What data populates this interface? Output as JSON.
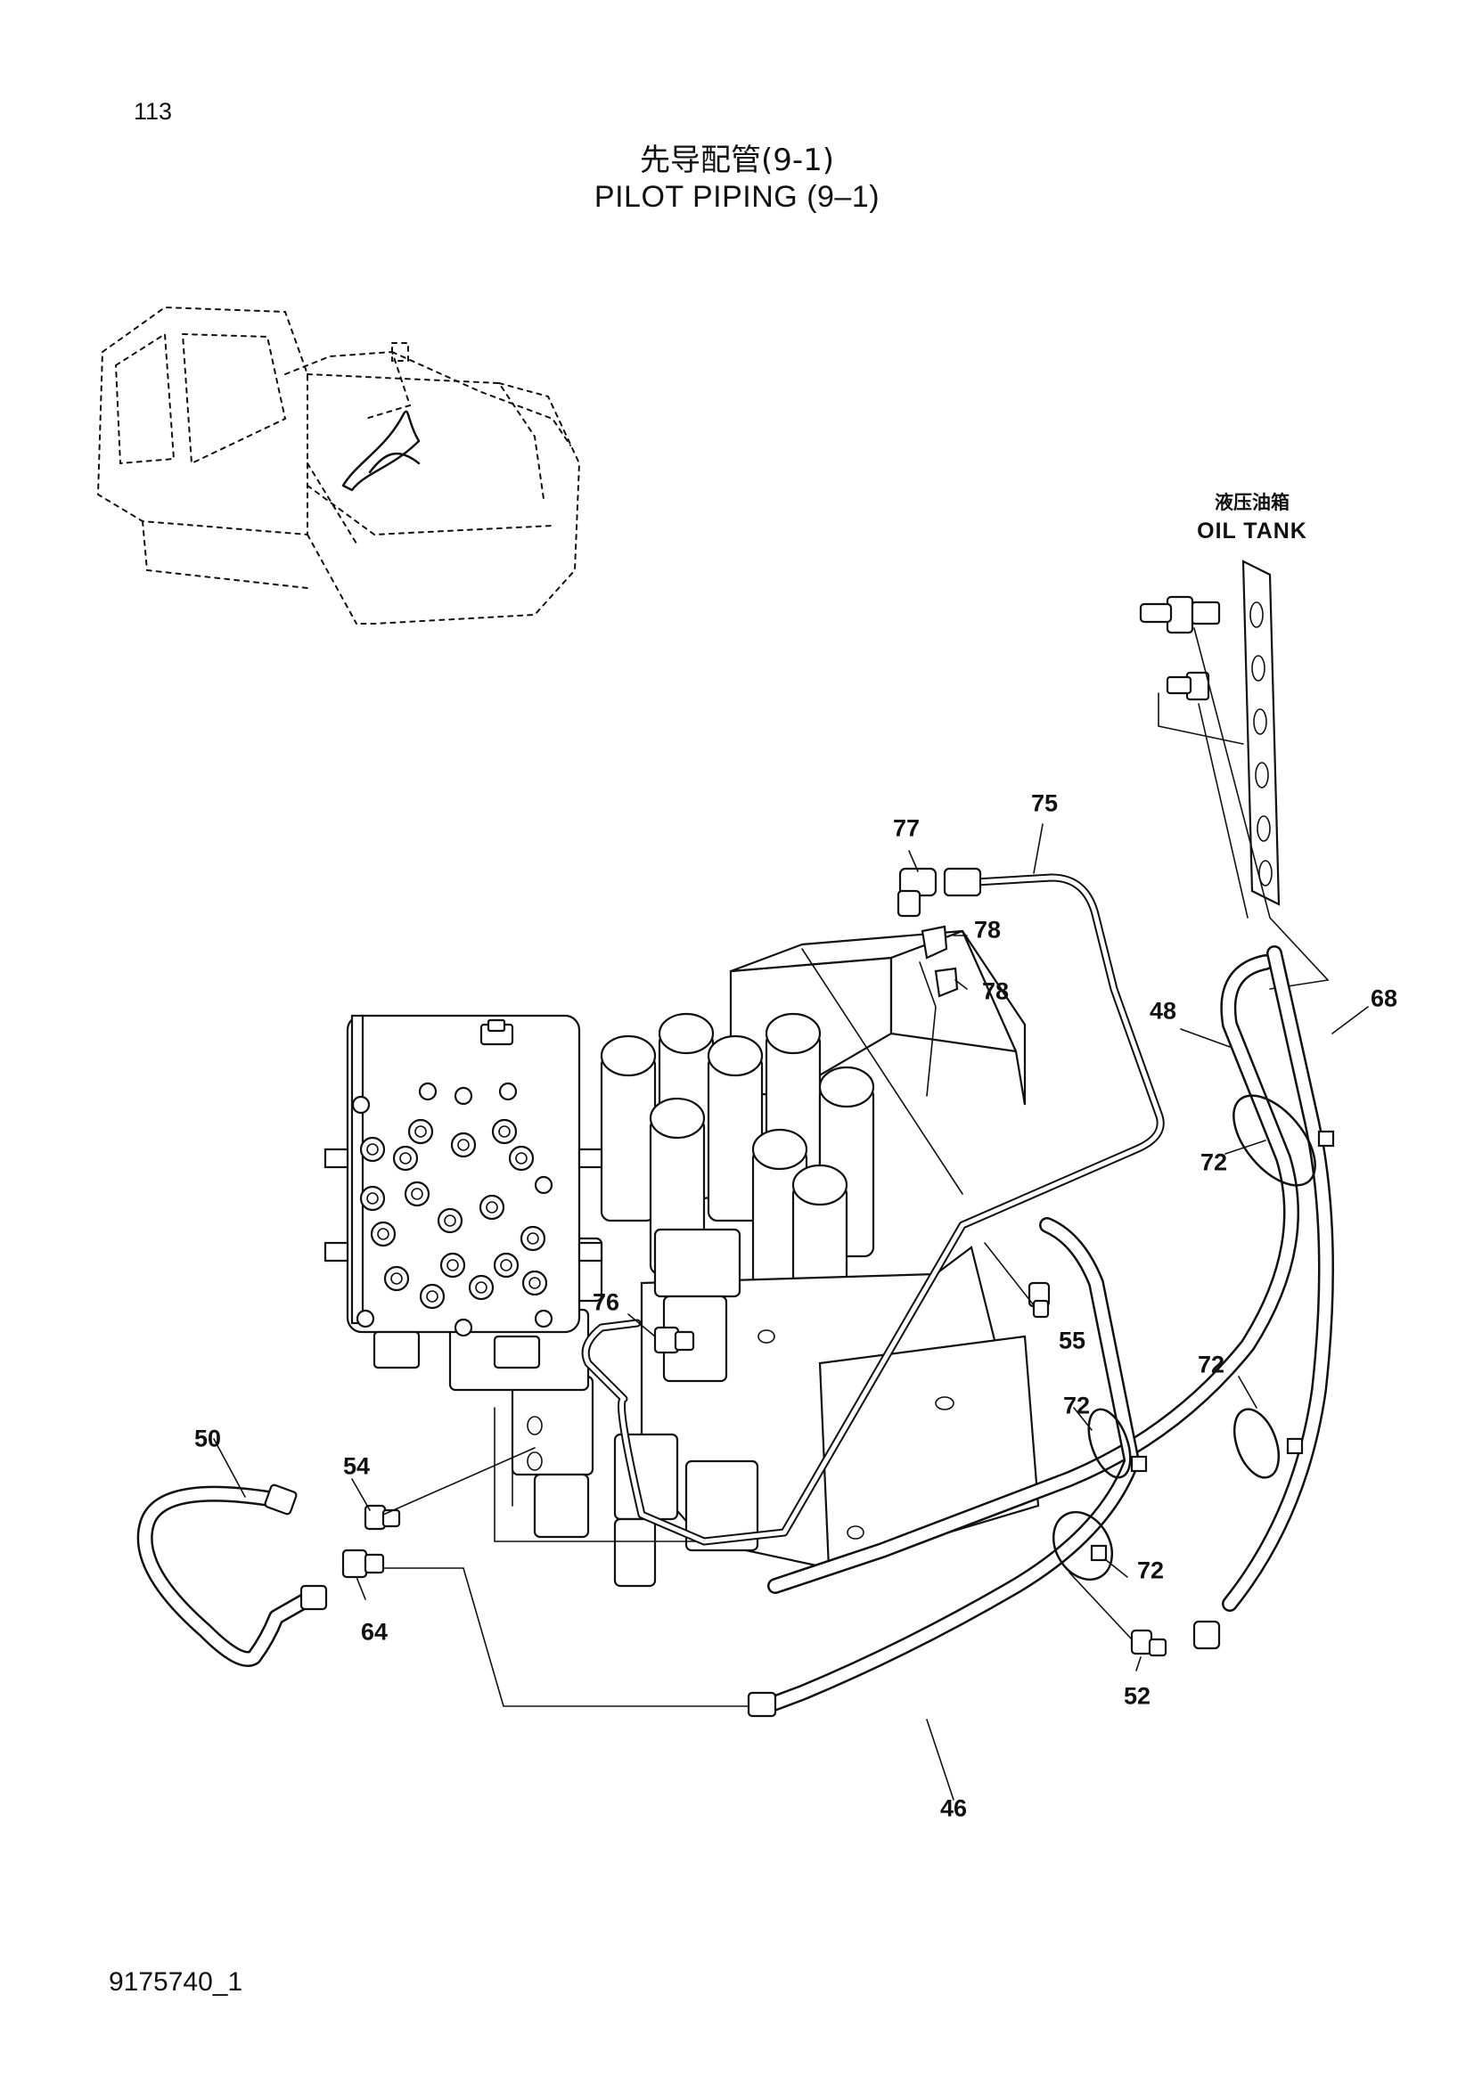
{
  "page": {
    "number": "113",
    "title_cn": "先导配管(9-1)",
    "title_en": "PILOT  PIPING (9–1)",
    "doc_code": "9175740_1"
  },
  "tank_label": {
    "cn": "液压油箱",
    "en": "OIL  TANK"
  },
  "callouts": {
    "c46": "46",
    "c48": "48",
    "c50": "50",
    "c52": "52",
    "c54": "54",
    "c55": "55",
    "c64": "64",
    "c68": "68",
    "c72": "72",
    "c75": "75",
    "c76": "76",
    "c77": "77",
    "c78": "78"
  }
}
